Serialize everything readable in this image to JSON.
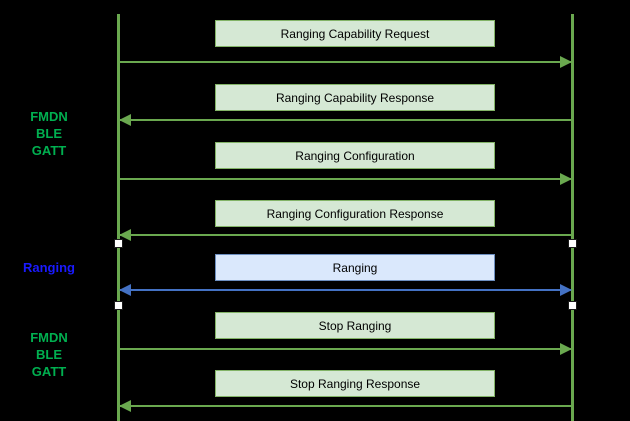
{
  "diagram_type": "sequence-diagram",
  "left_labels": {
    "top": {
      "lines": [
        "FMDN",
        "BLE",
        "GATT"
      ],
      "color": "#00b050"
    },
    "middle": {
      "lines": [
        "Ranging"
      ],
      "color": "#1a1aff"
    },
    "bottom": {
      "lines": [
        "FMDN",
        "BLE",
        "GATT"
      ],
      "color": "#00b050"
    }
  },
  "messages": [
    {
      "label": "Ranging Capability Request",
      "direction": "right",
      "style": "green"
    },
    {
      "label": "Ranging Capability Response",
      "direction": "left",
      "style": "green"
    },
    {
      "label": "Ranging Configuration",
      "direction": "right",
      "style": "green"
    },
    {
      "label": "Ranging Configuration Response",
      "direction": "left",
      "style": "green"
    },
    {
      "label": "Ranging",
      "direction": "both",
      "style": "blue"
    },
    {
      "label": "Stop Ranging",
      "direction": "right",
      "style": "green"
    },
    {
      "label": "Stop Ranging Response",
      "direction": "left",
      "style": "green"
    }
  ],
  "colors": {
    "background": "#000000",
    "lifeline_green": "#6aa84f",
    "box_green_fill": "#d5e8d4",
    "box_green_border": "#82b366",
    "box_blue_fill": "#dae8fc",
    "box_blue_border": "#6c8ebf",
    "arrow_green": "#6aa84f",
    "arrow_blue": "#4472c4",
    "label_green": "#00b050",
    "label_blue": "#1a1aff"
  }
}
